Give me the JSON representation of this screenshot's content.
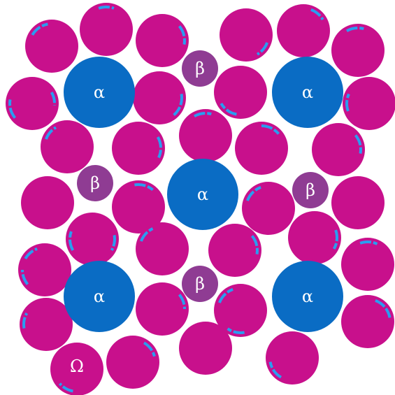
{
  "labels": {
    "alpha": "α",
    "beta": "β",
    "omega": "Ω"
  },
  "colors": {
    "background": "#ffffff",
    "omega_atom": "#c8108c",
    "alpha_atom": "#0a6cc4",
    "beta_atom": "#8f3c93",
    "stripe_front": "#2a9df0",
    "stripe_back": "#9a52a6"
  }
}
